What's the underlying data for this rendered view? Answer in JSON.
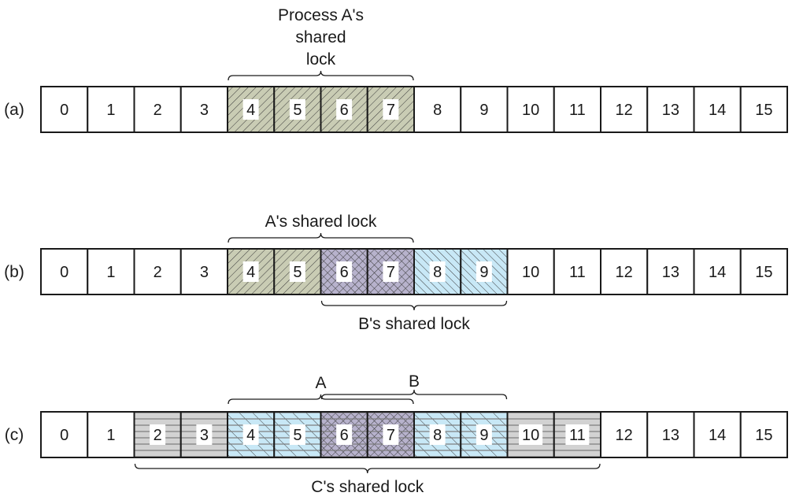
{
  "diagram": {
    "cell_count": 16,
    "rows": [
      {
        "id": "a",
        "label": "(a)",
        "cells": [
          {
            "n": "0",
            "fill": "none"
          },
          {
            "n": "1",
            "fill": "none"
          },
          {
            "n": "2",
            "fill": "none"
          },
          {
            "n": "3",
            "fill": "none"
          },
          {
            "n": "4",
            "fill": "A"
          },
          {
            "n": "5",
            "fill": "A"
          },
          {
            "n": "6",
            "fill": "A"
          },
          {
            "n": "7",
            "fill": "A"
          },
          {
            "n": "8",
            "fill": "none"
          },
          {
            "n": "9",
            "fill": "none"
          },
          {
            "n": "10",
            "fill": "none"
          },
          {
            "n": "11",
            "fill": "none"
          },
          {
            "n": "12",
            "fill": "none"
          },
          {
            "n": "13",
            "fill": "none"
          },
          {
            "n": "14",
            "fill": "none"
          },
          {
            "n": "15",
            "fill": "none"
          }
        ],
        "braces": [
          {
            "name": "process-a-shared-lock",
            "from": 4,
            "to": 7,
            "side": "top",
            "label_lines": [
              "Process A's",
              "shared",
              "lock"
            ]
          }
        ]
      },
      {
        "id": "b",
        "label": "(b)",
        "cells": [
          {
            "n": "0",
            "fill": "none"
          },
          {
            "n": "1",
            "fill": "none"
          },
          {
            "n": "2",
            "fill": "none"
          },
          {
            "n": "3",
            "fill": "none"
          },
          {
            "n": "4",
            "fill": "A"
          },
          {
            "n": "5",
            "fill": "A"
          },
          {
            "n": "6",
            "fill": "AB"
          },
          {
            "n": "7",
            "fill": "AB"
          },
          {
            "n": "8",
            "fill": "B"
          },
          {
            "n": "9",
            "fill": "B"
          },
          {
            "n": "10",
            "fill": "none"
          },
          {
            "n": "11",
            "fill": "none"
          },
          {
            "n": "12",
            "fill": "none"
          },
          {
            "n": "13",
            "fill": "none"
          },
          {
            "n": "14",
            "fill": "none"
          },
          {
            "n": "15",
            "fill": "none"
          }
        ],
        "braces": [
          {
            "name": "a-shared-lock",
            "from": 4,
            "to": 7,
            "side": "top",
            "label_lines": [
              "A's shared lock"
            ]
          },
          {
            "name": "b-shared-lock",
            "from": 6,
            "to": 9,
            "side": "bottom",
            "label_lines": [
              "B's shared lock"
            ]
          }
        ]
      },
      {
        "id": "c",
        "label": "(c)",
        "cells": [
          {
            "n": "0",
            "fill": "none"
          },
          {
            "n": "1",
            "fill": "none"
          },
          {
            "n": "2",
            "fill": "C"
          },
          {
            "n": "3",
            "fill": "C"
          },
          {
            "n": "4",
            "fill": "BC"
          },
          {
            "n": "5",
            "fill": "BC"
          },
          {
            "n": "6",
            "fill": "ABC"
          },
          {
            "n": "7",
            "fill": "ABC"
          },
          {
            "n": "8",
            "fill": "BC"
          },
          {
            "n": "9",
            "fill": "BC"
          },
          {
            "n": "10",
            "fill": "C"
          },
          {
            "n": "11",
            "fill": "C"
          },
          {
            "n": "12",
            "fill": "none"
          },
          {
            "n": "13",
            "fill": "none"
          },
          {
            "n": "14",
            "fill": "none"
          },
          {
            "n": "15",
            "fill": "none"
          }
        ],
        "braces": [
          {
            "name": "a-lock",
            "from": 4,
            "to": 7,
            "side": "top",
            "label_lines": [
              "A"
            ]
          },
          {
            "name": "b-lock",
            "from": 6,
            "to": 9,
            "side": "top-high",
            "label_lines": [
              "B"
            ]
          },
          {
            "name": "c-shared-lock",
            "from": 2,
            "to": 11,
            "side": "bottom",
            "label_lines": [
              "C's shared lock"
            ]
          }
        ]
      }
    ],
    "colors": {
      "A": "#c9ccb4",
      "AB": "#b7b2cc",
      "B": "#c8e8f6",
      "C": "#d2d2d2",
      "BC": "#c8e8f6",
      "ABC": "#b7b2cc",
      "stroke": "#1a1a1a"
    }
  }
}
